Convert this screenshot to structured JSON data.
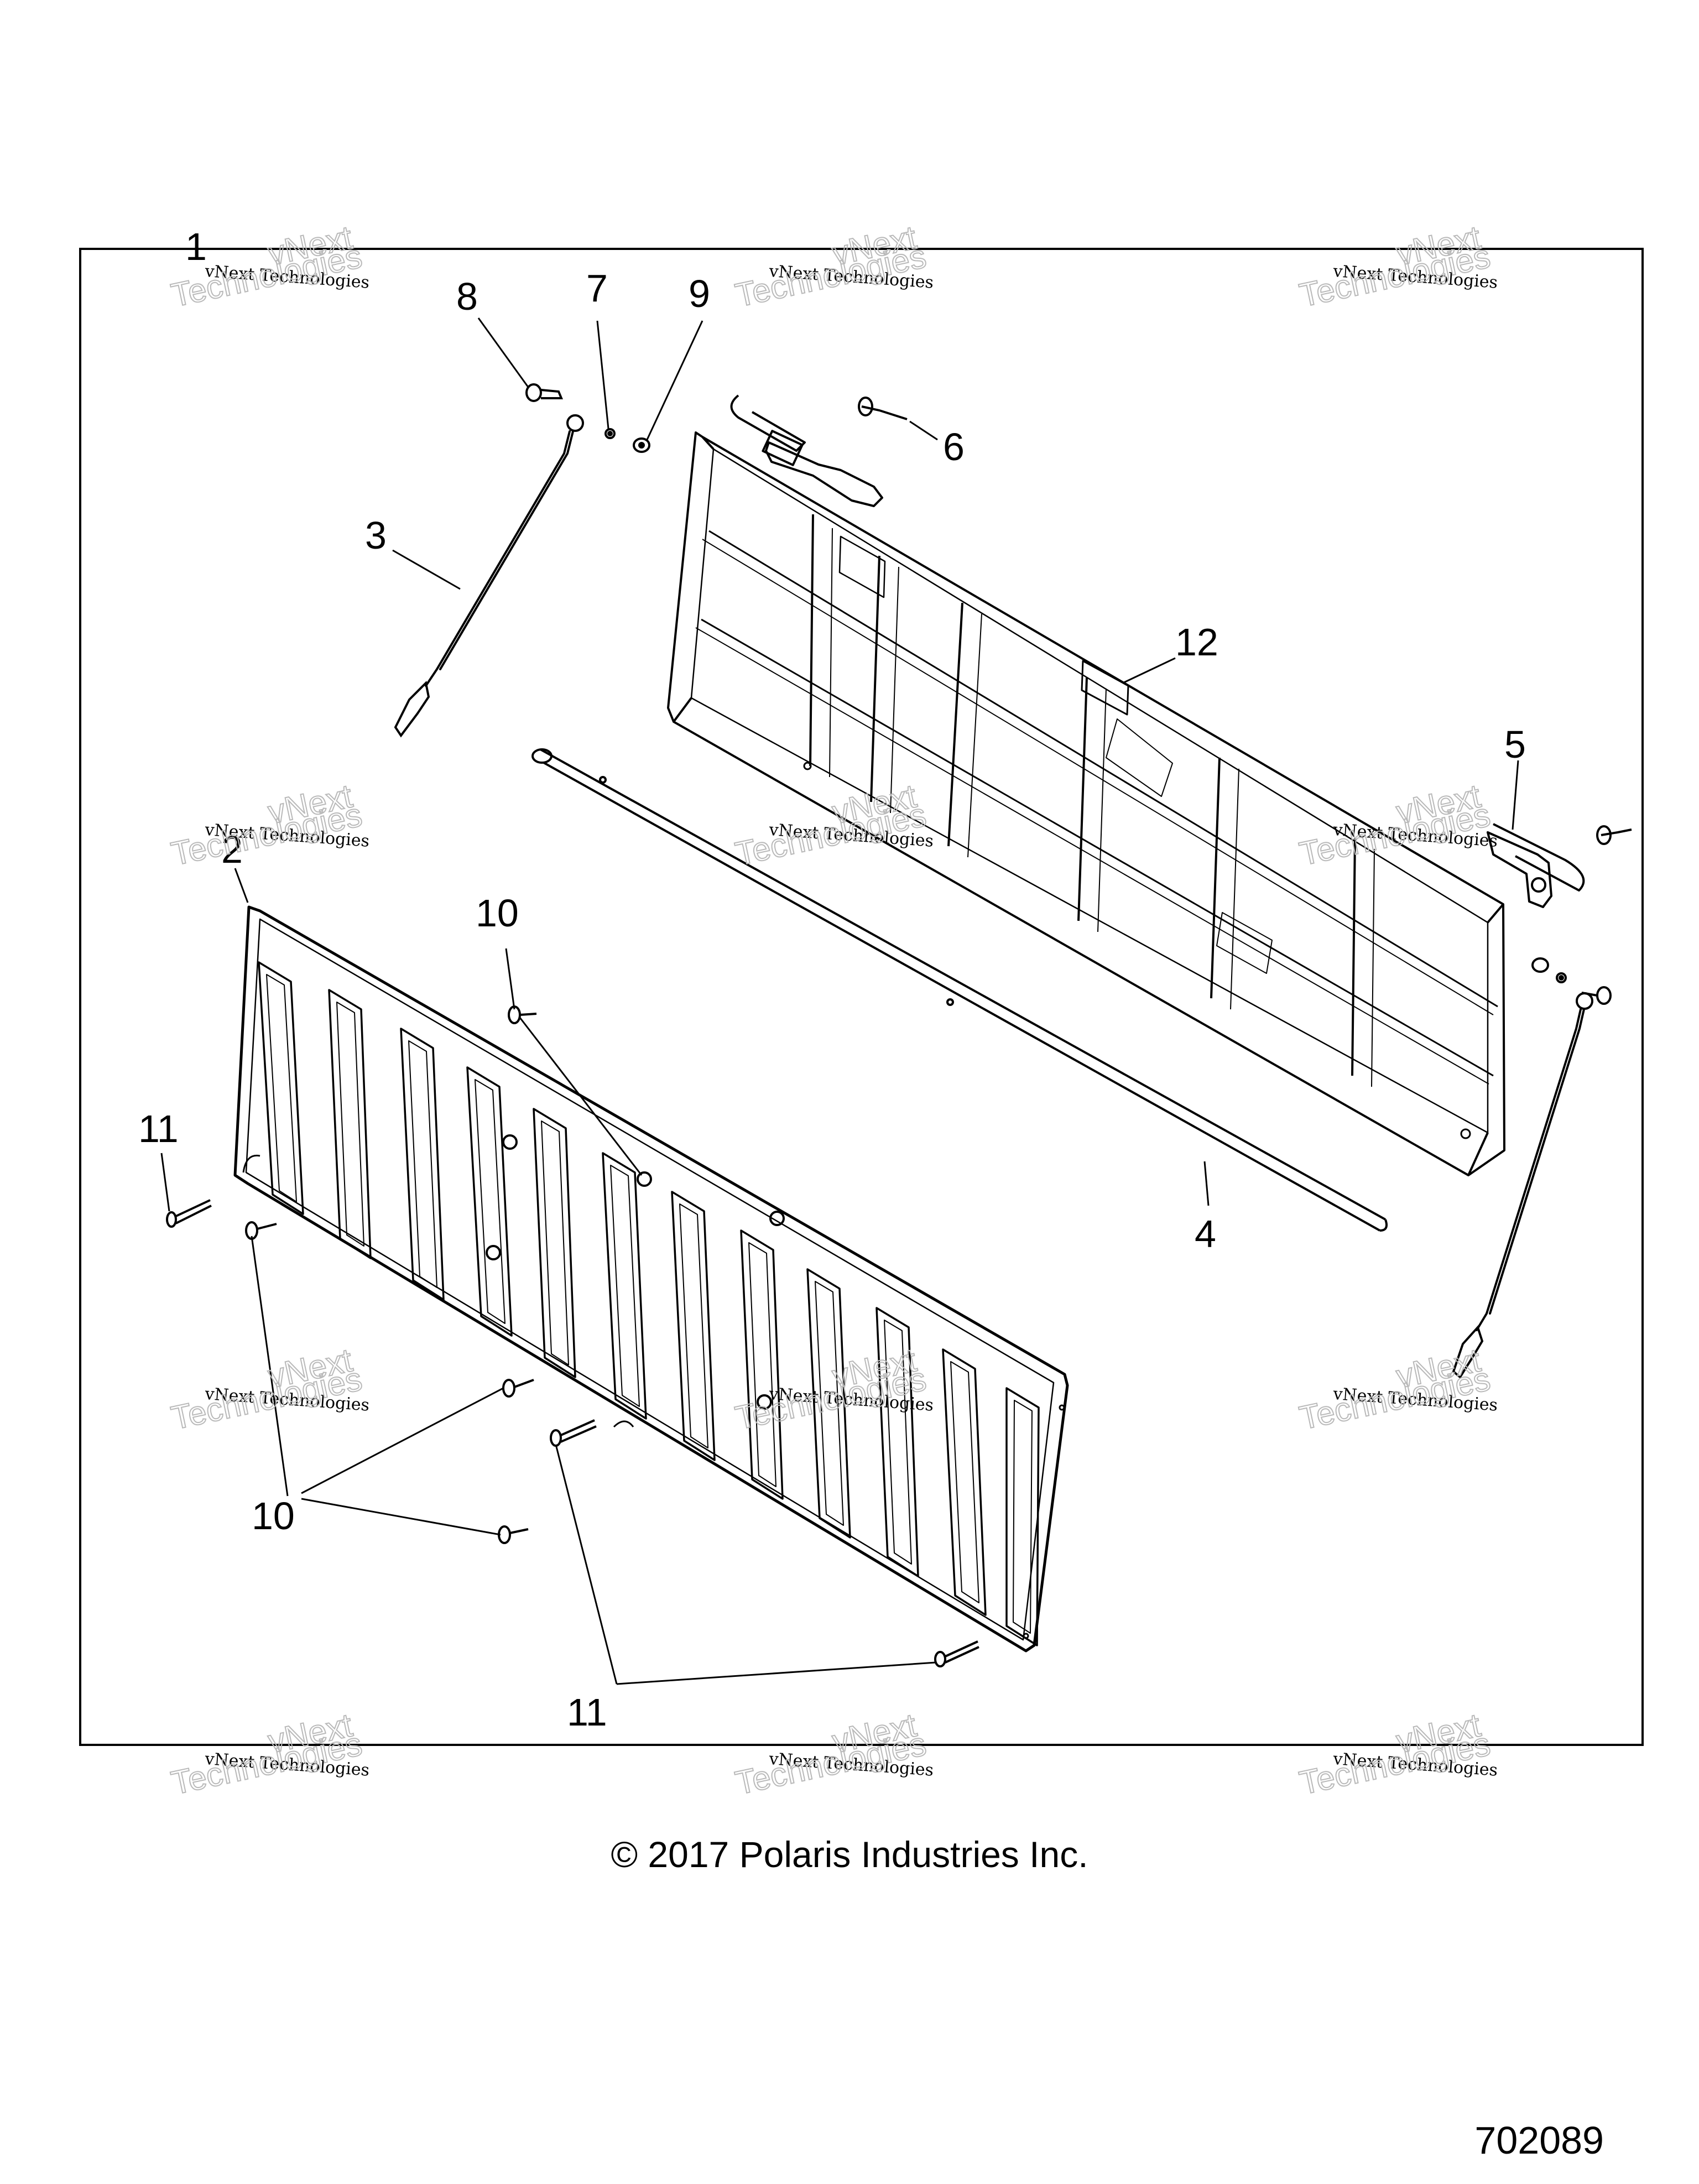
{
  "callouts": {
    "c1": "1",
    "c2": "2",
    "c3": "3",
    "c4": "4",
    "c5": "5",
    "c6": "6",
    "c7": "7",
    "c8": "8",
    "c9": "9",
    "c10a": "10",
    "c10b": "10",
    "c11a": "11",
    "c11b": "11",
    "c12": "12"
  },
  "watermark": {
    "line1": "vNext Technologies",
    "line2": "vNext\nTechnologies"
  },
  "footer": {
    "copyright": "© 2017 Polaris Industries Inc.",
    "figure_number": "702089"
  }
}
